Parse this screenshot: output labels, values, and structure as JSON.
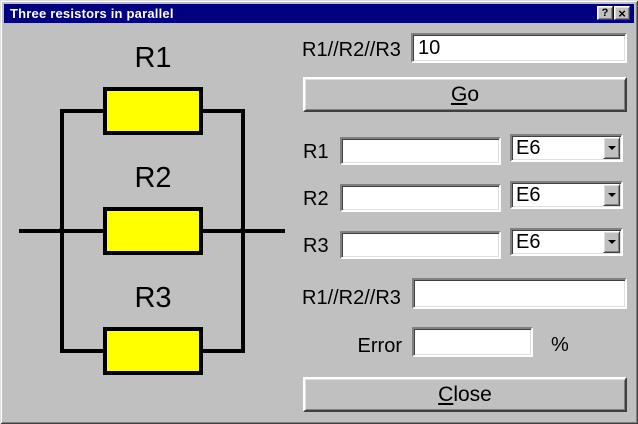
{
  "window": {
    "title": "Three resistors in parallel",
    "help_button": "?",
    "close_button": "×"
  },
  "colors": {
    "title_bar": "#000080",
    "dialog_bg": "#c0c0c0",
    "resistor_fill": "#ffff00",
    "wire": "#000000",
    "field_bg": "#ffffff"
  },
  "circuit": {
    "resistors": [
      {
        "label": "R1"
      },
      {
        "label": "R2"
      },
      {
        "label": "R3"
      }
    ]
  },
  "target": {
    "label": "R1//R2//R3",
    "value": "10"
  },
  "go_button": {
    "underlined": "G",
    "rest": "o"
  },
  "resistor_rows": [
    {
      "label": "R1",
      "value": "",
      "series": "E6"
    },
    {
      "label": "R2",
      "value": "",
      "series": "E6"
    },
    {
      "label": "R3",
      "value": "",
      "series": "E6"
    }
  ],
  "result": {
    "label": "R1//R2//R3",
    "value": ""
  },
  "error": {
    "label": "Error",
    "value": "",
    "unit": "%"
  },
  "close_button": {
    "underlined": "C",
    "rest": "lose"
  }
}
